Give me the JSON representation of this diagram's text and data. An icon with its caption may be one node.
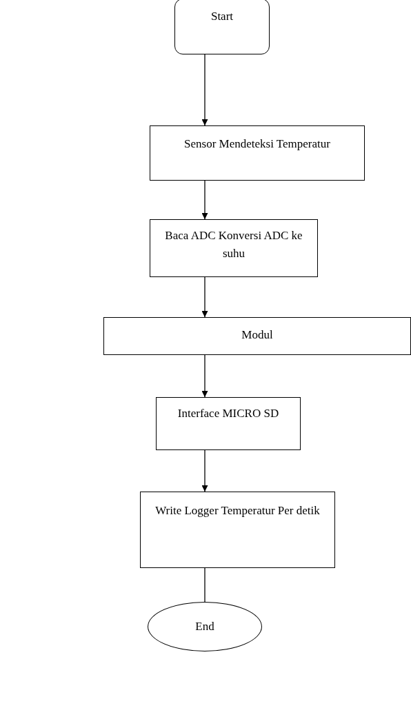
{
  "diagram": {
    "nodes": [
      {
        "text": [
          "Start"
        ]
      },
      {
        "text": [
          "Sensor  Mendeteksi Temperatur"
        ]
      },
      {
        "text": [
          "Baca ADC Konversi ADC ke suhu"
        ]
      },
      {
        "text": [
          "Modul"
        ]
      },
      {
        "text": [
          "Interface MICRO SD"
        ]
      },
      {
        "text": [
          "Write Logger Temperatur Per detik"
        ]
      },
      {
        "text": [
          "End"
        ]
      }
    ],
    "edges": [
      {
        "from": 0,
        "to": 1,
        "arrow": "to"
      },
      {
        "from": 1,
        "to": 2,
        "arrow": "to"
      },
      {
        "from": 2,
        "to": 3,
        "arrow": "to"
      },
      {
        "from": 3,
        "to": 4,
        "arrow": "to"
      },
      {
        "from": 4,
        "to": 5,
        "arrow": "to"
      },
      {
        "from": 5,
        "to": 6,
        "arrow": "none"
      }
    ]
  }
}
